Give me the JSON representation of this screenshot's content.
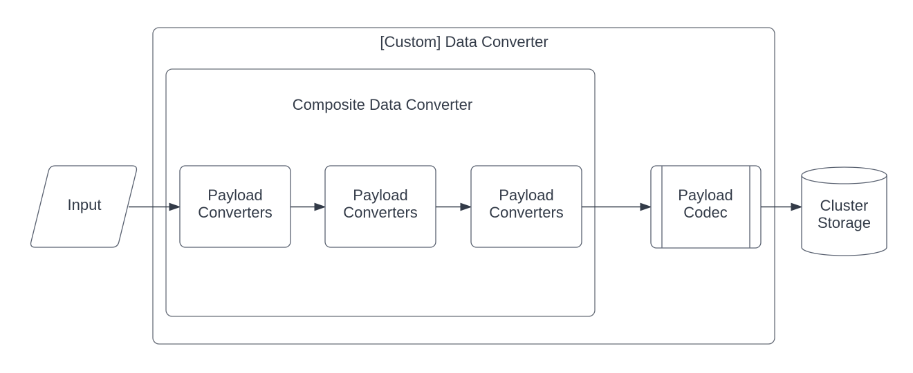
{
  "diagram": {
    "outer_container": {
      "label": "[Custom] Data Converter"
    },
    "inner_container": {
      "label": "Composite Data Converter"
    },
    "nodes": {
      "input": {
        "label": "Input"
      },
      "payload_converters": [
        {
          "line1": "Payload",
          "line2": "Converters"
        },
        {
          "line1": "Payload",
          "line2": "Converters"
        },
        {
          "line1": "Payload",
          "line2": "Converters"
        }
      ],
      "payload_codec": {
        "line1": "Payload",
        "line2": "Codec"
      },
      "cluster_storage": {
        "line1": "Cluster",
        "line2": "Storage"
      }
    },
    "colors": {
      "background": "#ffffff",
      "shape_fill": "#ffffff",
      "container_stroke": "#676d78",
      "node_stroke": "#596170",
      "arrow": "#333b48",
      "text": "#333b48"
    }
  }
}
